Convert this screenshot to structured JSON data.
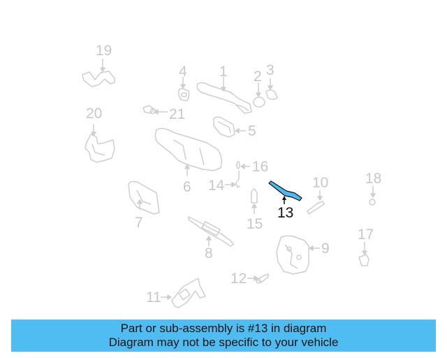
{
  "diagram": {
    "title": "Door lock / handle parts diagram",
    "highlighted_part": "13",
    "colors": {
      "part_line": "#cfcfcf",
      "label": "#c8c8c8",
      "highlight_fill": "#4fb8ec",
      "highlight_label": "#111111",
      "banner_bg": "#4fbdf2"
    },
    "callouts": [
      {
        "id": "1",
        "label": "1"
      },
      {
        "id": "2",
        "label": "2"
      },
      {
        "id": "3",
        "label": "3"
      },
      {
        "id": "4",
        "label": "4"
      },
      {
        "id": "5",
        "label": "5"
      },
      {
        "id": "6",
        "label": "6"
      },
      {
        "id": "7",
        "label": "7"
      },
      {
        "id": "8",
        "label": "8"
      },
      {
        "id": "9",
        "label": "9"
      },
      {
        "id": "10",
        "label": "10"
      },
      {
        "id": "11",
        "label": "11"
      },
      {
        "id": "12",
        "label": "12"
      },
      {
        "id": "13",
        "label": "13"
      },
      {
        "id": "14",
        "label": "14"
      },
      {
        "id": "15",
        "label": "15"
      },
      {
        "id": "16",
        "label": "16"
      },
      {
        "id": "17",
        "label": "17"
      },
      {
        "id": "18",
        "label": "18"
      },
      {
        "id": "19",
        "label": "19"
      },
      {
        "id": "20",
        "label": "20"
      },
      {
        "id": "21",
        "label": "21"
      }
    ]
  },
  "banner": {
    "line1": "Part or sub-assembly is #13 in diagram",
    "line2": "Diagram may not be specific to your vehicle"
  }
}
